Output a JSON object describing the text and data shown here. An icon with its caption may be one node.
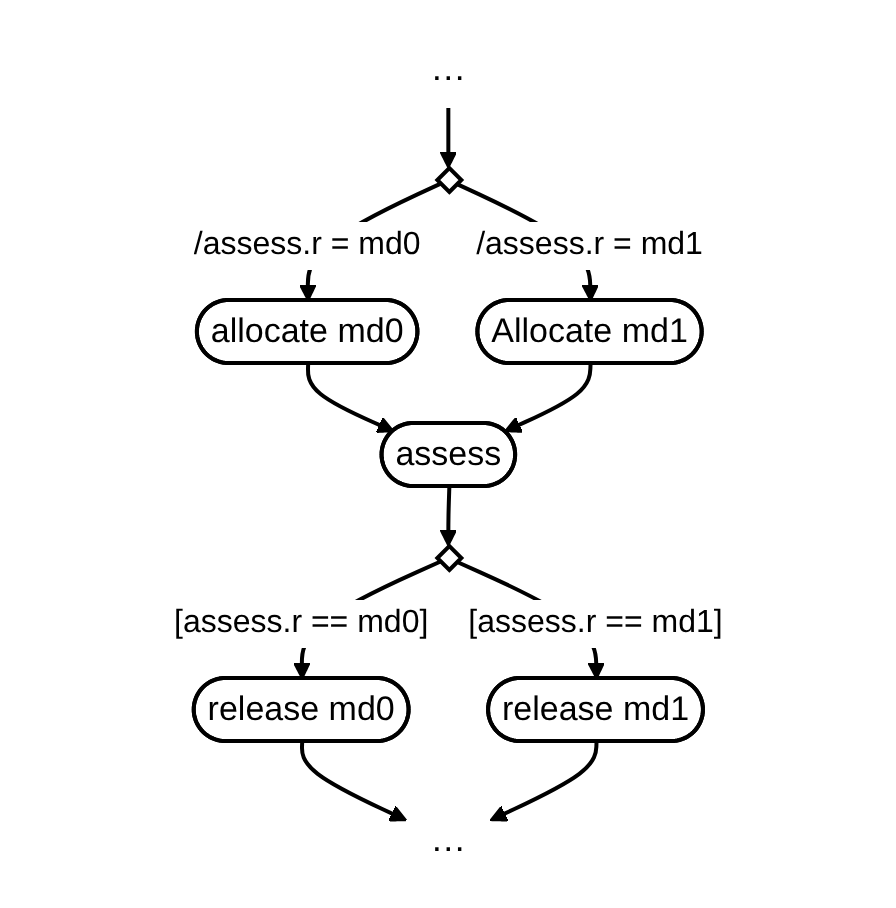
{
  "diagram": {
    "nodes": [
      {
        "text": [
          "…"
        ]
      },
      {
        "text": [],
        "shape": "diamond"
      },
      {
        "text": [
          "allocate md0"
        ]
      },
      {
        "text": [
          "Allocate md1"
        ]
      },
      {
        "text": [
          "assess"
        ]
      },
      {
        "text": [],
        "shape": "diamond"
      },
      {
        "text": [
          "release md0"
        ]
      },
      {
        "text": [
          "release md1"
        ]
      },
      {
        "text": [
          "…"
        ]
      }
    ],
    "edges": [
      {
        "from": 0,
        "to": 1,
        "arrow": "to"
      },
      {
        "from": 1,
        "to": 2,
        "arrow": "to",
        "label": "/assess.r = md0"
      },
      {
        "from": 1,
        "to": 3,
        "arrow": "to",
        "label": "/assess.r = md1"
      },
      {
        "from": 2,
        "to": 4,
        "arrow": "to"
      },
      {
        "from": 3,
        "to": 4,
        "arrow": "to"
      },
      {
        "from": 4,
        "to": 5,
        "arrow": "to"
      },
      {
        "from": 5,
        "to": 6,
        "arrow": "to",
        "label": "[assess.r == md0]"
      },
      {
        "from": 5,
        "to": 7,
        "arrow": "to",
        "label": "[assess.r == md1]"
      },
      {
        "from": 6,
        "to": 8,
        "arrow": "to"
      },
      {
        "from": 7,
        "to": 8,
        "arrow": "to"
      }
    ]
  }
}
